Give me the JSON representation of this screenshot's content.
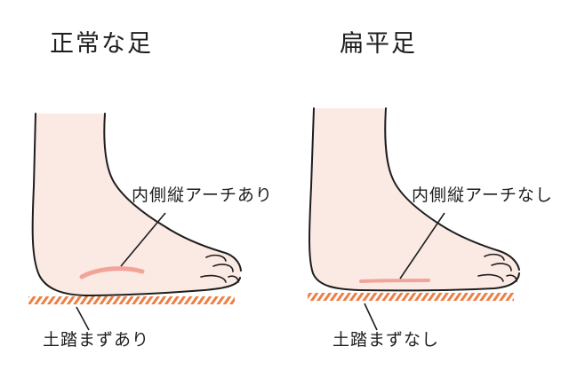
{
  "normal_foot": {
    "title": "正常な足",
    "arch_label": "内側縦アーチあり",
    "ground_label": "土踏まずあり"
  },
  "flat_foot": {
    "title": "扁平足",
    "arch_label": "内側縦アーチなし",
    "ground_label": "土踏まずなし"
  },
  "colors": {
    "skin": "#fbe9e4",
    "outline": "#1e1e1e",
    "arch_highlight": "#f2a49a",
    "ground_hatch": "#ee7f45"
  }
}
